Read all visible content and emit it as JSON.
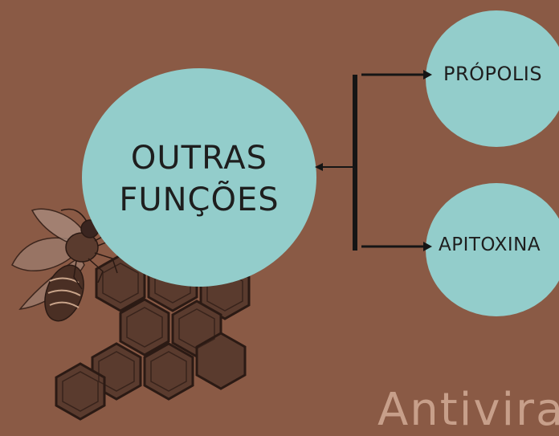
{
  "diagram": {
    "center_node": {
      "label": "OUTRAS\nFUNÇÕES"
    },
    "branches": [
      {
        "label": "PRÓPOLIS"
      },
      {
        "label": "APITOXINA"
      }
    ]
  },
  "footer": {
    "text": "Antiviral"
  },
  "colors": {
    "background": "#8a5a45",
    "circle_fill": "#93cdcb",
    "text": "#1e1e1e",
    "connector": "#151515"
  },
  "illustration": {
    "icons": [
      "bee-icon",
      "honeycomb-icon"
    ]
  }
}
